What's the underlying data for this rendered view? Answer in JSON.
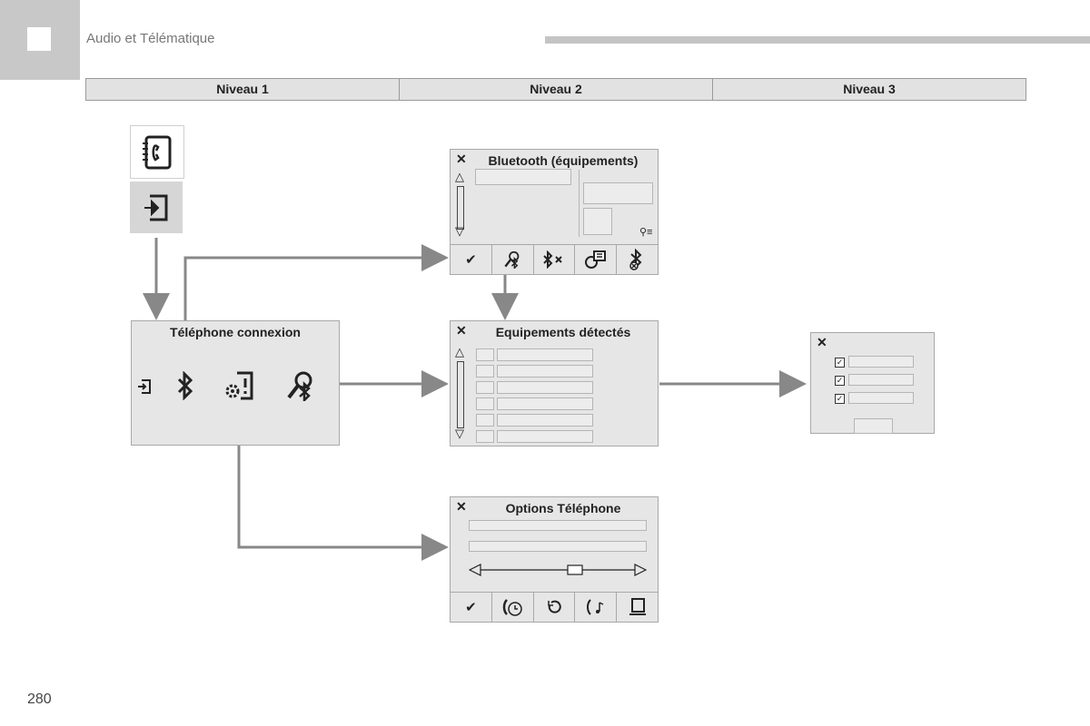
{
  "header": {
    "section_title": "Audio et Télématique",
    "page_number": "280"
  },
  "levels": [
    "Niveau 1",
    "Niveau 2",
    "Niveau 3"
  ],
  "panels": {
    "telephone": {
      "title": "Téléphone connexion"
    },
    "bluetooth": {
      "title": "Bluetooth (équipements)",
      "close": "✕"
    },
    "detected": {
      "title": "Equipements détectés",
      "close": "✕"
    },
    "options": {
      "title": "Options Téléphone",
      "close": "✕"
    },
    "level3": {
      "close": "✕"
    }
  },
  "toolbar_icons": {
    "bluetooth": [
      "check-icon",
      "search-bluetooth-icon",
      "bluetooth-disconnect-icon",
      "device-profile-icon",
      "bluetooth-delete-icon"
    ],
    "options": [
      "check-icon",
      "call-history-icon",
      "refresh-icon",
      "ringtone-icon",
      "directory-icon"
    ]
  },
  "colors": {
    "panel_bg": "#e6e6e6",
    "arrow": "#888888",
    "level_bar": "#e2e2e2"
  }
}
